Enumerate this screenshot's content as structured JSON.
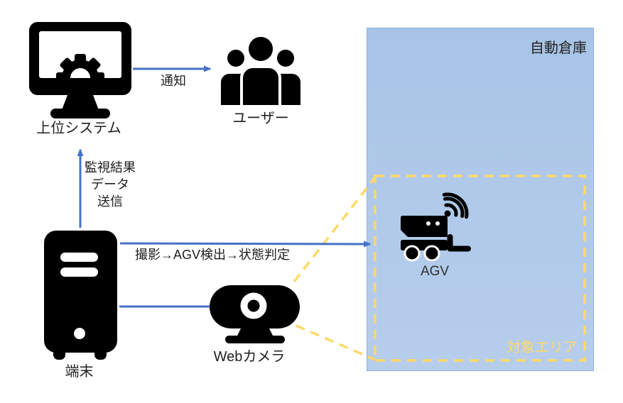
{
  "nodes": {
    "host_system": {
      "label": "上位システム",
      "icon": "monitor-gear-icon"
    },
    "users": {
      "label": "ユーザー",
      "icon": "user-group-icon"
    },
    "terminal": {
      "label": "端末",
      "icon": "pc-tower-icon"
    },
    "webcam": {
      "label": "Webカメラ",
      "icon": "webcam-icon"
    },
    "agv": {
      "label": "AGV",
      "icon": "agv-cart-wifi-icon"
    }
  },
  "areas": {
    "warehouse": {
      "label": "自動倉庫"
    },
    "target": {
      "label": "対象エリア"
    }
  },
  "edges": {
    "notify": {
      "label": "通知"
    },
    "upload": {
      "label_lines": [
        "監視結果",
        "データ",
        "送信"
      ]
    },
    "process": {
      "label": "撮影→AGV検出→状態判定"
    },
    "camera_link": {
      "label": ""
    }
  },
  "colors": {
    "arrow_blue": "#4472C4",
    "dashed_yellow": "#FFD966",
    "warehouse_fill": "#AFC9E8",
    "warehouse_border": "#8FB0DC",
    "icon_black": "#000000",
    "label_text": "#1F1F1F"
  }
}
